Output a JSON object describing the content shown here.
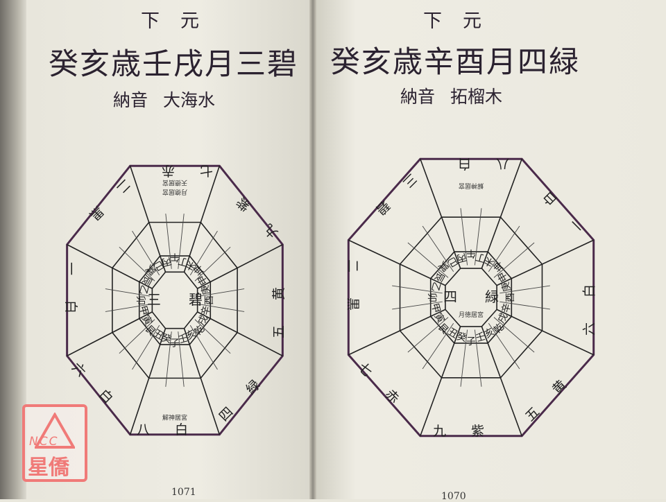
{
  "mountains": [
    "壬",
    "子",
    "癸",
    "丑",
    "艮",
    "寅",
    "甲",
    "卯",
    "乙",
    "辰",
    "巽",
    "巳",
    "丙",
    "午",
    "丁",
    "未",
    "坤",
    "申",
    "庚",
    "酉",
    "辛",
    "戌",
    "乾",
    "亥"
  ],
  "pages": [
    {
      "header": "下元",
      "title": "癸亥歳壬戌月三碧",
      "nayin_label": "納音",
      "nayin_value": "大海水",
      "center_star": [
        "三",
        "碧"
      ],
      "center_note": "",
      "outer_stars": [
        "八白",
        "六白",
        "一白",
        "二黒",
        "七赤",
        "九紫",
        "五黄",
        "四緑"
      ],
      "notes": {
        "south_top": "月德居宮",
        "south_top2": "天德居宮",
        "north_bottom": "解神居宮"
      },
      "page_number": "1071",
      "stroke_color": "#4a2a4a"
    },
    {
      "header": "下元",
      "title": "癸亥歳辛酉月四緑",
      "nayin_label": "納音",
      "nayin_value": "拓榴木",
      "center_star": [
        "四",
        "緑"
      ],
      "center_note": "月徳居宮",
      "outer_stars": [
        "九紫",
        "七赤",
        "二黒",
        "三碧",
        "八白",
        "一白",
        "六白",
        "五黄"
      ],
      "notes": {
        "south_top": "解神居宮",
        "south_top2": "",
        "north_bottom": ""
      },
      "page_number": "1070",
      "stroke_color": "#4a2a4a"
    }
  ],
  "watermark": {
    "latin": "NCC",
    "chinese": "星僑"
  }
}
